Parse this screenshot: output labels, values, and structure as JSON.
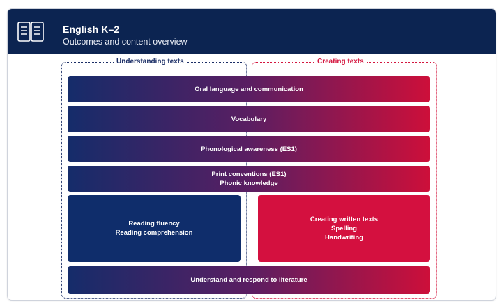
{
  "header": {
    "title": "English K–2",
    "subtitle": "Outcomes and content overview"
  },
  "columns": {
    "left_label": "Understanding texts",
    "right_label": "Creating texts"
  },
  "bars": {
    "oral": "Oral language and communication",
    "vocabulary": "Vocabulary",
    "phonological": "Phonological awareness (ES1)",
    "print_line1": "Print conventions (ES1)",
    "print_line2": "Phonic knowledge",
    "literature": "Understand and respond to literature"
  },
  "reading": {
    "line1": "Reading fluency",
    "line2": "Reading comprehension"
  },
  "creating": {
    "line1": "Creating written texts",
    "line2": "Spelling",
    "line3": "Handwriting"
  },
  "colors": {
    "navy": "#0f2d6b",
    "crimson": "#d4103f",
    "header": "#0c2451"
  },
  "icons": {
    "header_icon": "open-book-icon"
  }
}
